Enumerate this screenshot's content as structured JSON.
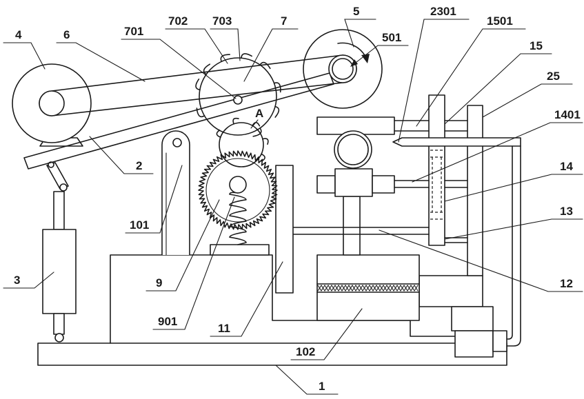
{
  "callouts": {
    "c1": "1",
    "c2": "2",
    "c3": "3",
    "c4": "4",
    "c5": "5",
    "c6": "6",
    "c7": "7",
    "c9": "9",
    "c11": "11",
    "c12": "12",
    "c13": "13",
    "c14": "14",
    "c15": "15",
    "c25": "25",
    "c101": "101",
    "c102": "102",
    "c501": "501",
    "c701": "701",
    "c702": "702",
    "c703": "703",
    "c901": "901",
    "c1401": "1401",
    "c1501": "1501",
    "c2301": "2301",
    "detail_A": "A"
  },
  "colors": {
    "line": "#1a1a1a",
    "background": "#ffffff"
  }
}
